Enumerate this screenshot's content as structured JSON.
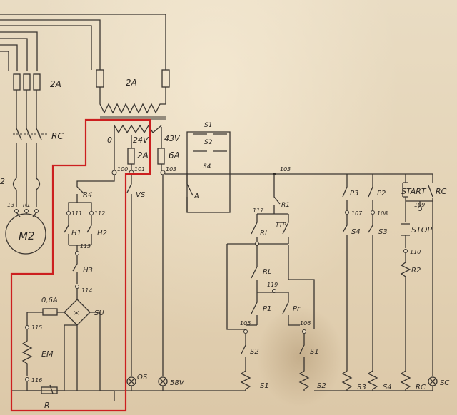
{
  "colors": {
    "paper": "#e6d6bb",
    "ink": "#2b2622",
    "highlight": "#cc1f1f"
  },
  "fuses": {
    "motor_fuse_rating": "2A",
    "transformer_primary_fuse_rating": "2A",
    "transformer_secondary_fuse_rating": "2A",
    "fuse_43v_rating": "6A",
    "rectifier_fuse_rating": "0,6A"
  },
  "transformer": {
    "tap_0": "0",
    "tap_24v": "24V",
    "tap_43v": "43V"
  },
  "left": {
    "contactor_label": "RC",
    "relay_2": "2",
    "motor_label": "M2",
    "terminal_labels": [
      "13",
      "R1"
    ]
  },
  "nodes": [
    "100",
    "101",
    "103",
    "111",
    "112",
    "113",
    "114",
    "115",
    "116",
    "117",
    "119",
    "107",
    "108",
    "109",
    "110",
    "105",
    "106"
  ],
  "labels": {
    "r4": "R4",
    "h1": "H1",
    "h2": "H2",
    "h3": "H3",
    "su": "SU",
    "em": "EM",
    "r": "R",
    "vs": "VS",
    "os": "OS",
    "lamp_58v": "58V",
    "a": "A",
    "s1_top": "S1",
    "s2_top": "S2",
    "s4_top": "S4",
    "r1": "R1",
    "rl": "RL",
    "ttp": "TTP",
    "rl2": "RL",
    "p1": "P1",
    "pr": "Pr",
    "s2_mid": "S2",
    "s1_mid": "S1",
    "coil_s1": "S1",
    "coil_s2": "S2",
    "p3": "P3",
    "p2": "P2",
    "s4": "S4",
    "s3": "S3",
    "coil_s3": "S3",
    "coil_s4": "S4",
    "start": "START",
    "rc_top": "RC",
    "stop": "STOP",
    "r2": "R2",
    "coil_rc": "RC",
    "sc": "SC"
  }
}
